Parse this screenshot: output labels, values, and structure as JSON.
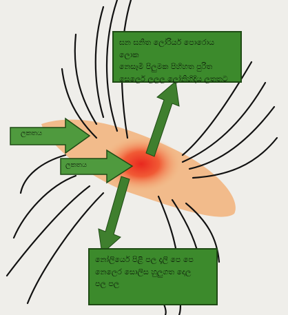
{
  "diagram": {
    "top_box_text": "ඝන ඝනිත ලෝරියර් පොරොය ලොක\nනෙසෑමි පිලුමක පිහිහත පුරිත\nසෙලෙර් ලලල ලෝනිහිදිය ලතතට",
    "bottom_box_text": "නෝලියෙර් පිළි පල දෑලි පෙ පෙ\nනෙලෙර සොලිස හුලුගත දොල\nපල පල",
    "upper_arrow_label": "ලකතය",
    "lower_arrow_label": "ලකතය",
    "colors": {
      "box_fill": "#3c8a2c",
      "arrow_fill": "#4f9a3e",
      "lens_fill": "#f2b27a",
      "core": "#e8281e",
      "field_lines": "#111111"
    }
  }
}
